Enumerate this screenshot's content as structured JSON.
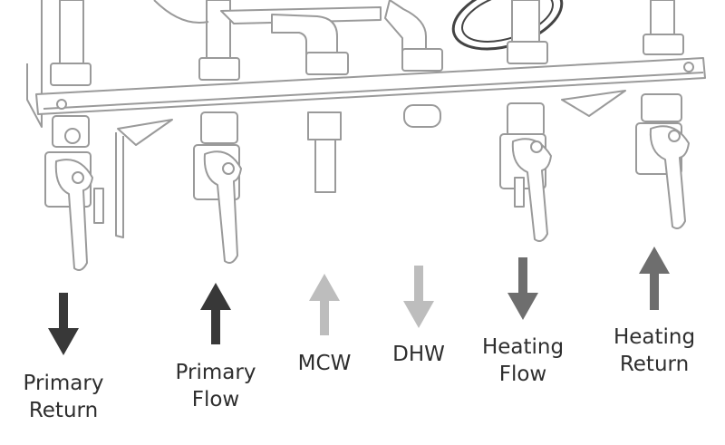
{
  "diagram": {
    "connections": [
      {
        "id": "primary-return",
        "lines": [
          "Primary",
          "Return"
        ],
        "direction": "down",
        "color": "#383838"
      },
      {
        "id": "primary-flow",
        "lines": [
          "Primary",
          "Flow"
        ],
        "direction": "up",
        "color": "#383838"
      },
      {
        "id": "mcw",
        "lines": [
          "MCW"
        ],
        "direction": "up",
        "color": "#bdbdbd"
      },
      {
        "id": "dhw",
        "lines": [
          "DHW"
        ],
        "direction": "down",
        "color": "#bdbdbd"
      },
      {
        "id": "heating-flow",
        "lines": [
          "Heating",
          "Flow"
        ],
        "direction": "down",
        "color": "#6e6e6e"
      },
      {
        "id": "heating-return",
        "lines": [
          "Heating",
          "Return"
        ],
        "direction": "up",
        "color": "#6e6e6e"
      }
    ],
    "colors": {
      "line": "#9a9a9a",
      "line_dark": "#555555",
      "fill": "#ffffff"
    }
  }
}
